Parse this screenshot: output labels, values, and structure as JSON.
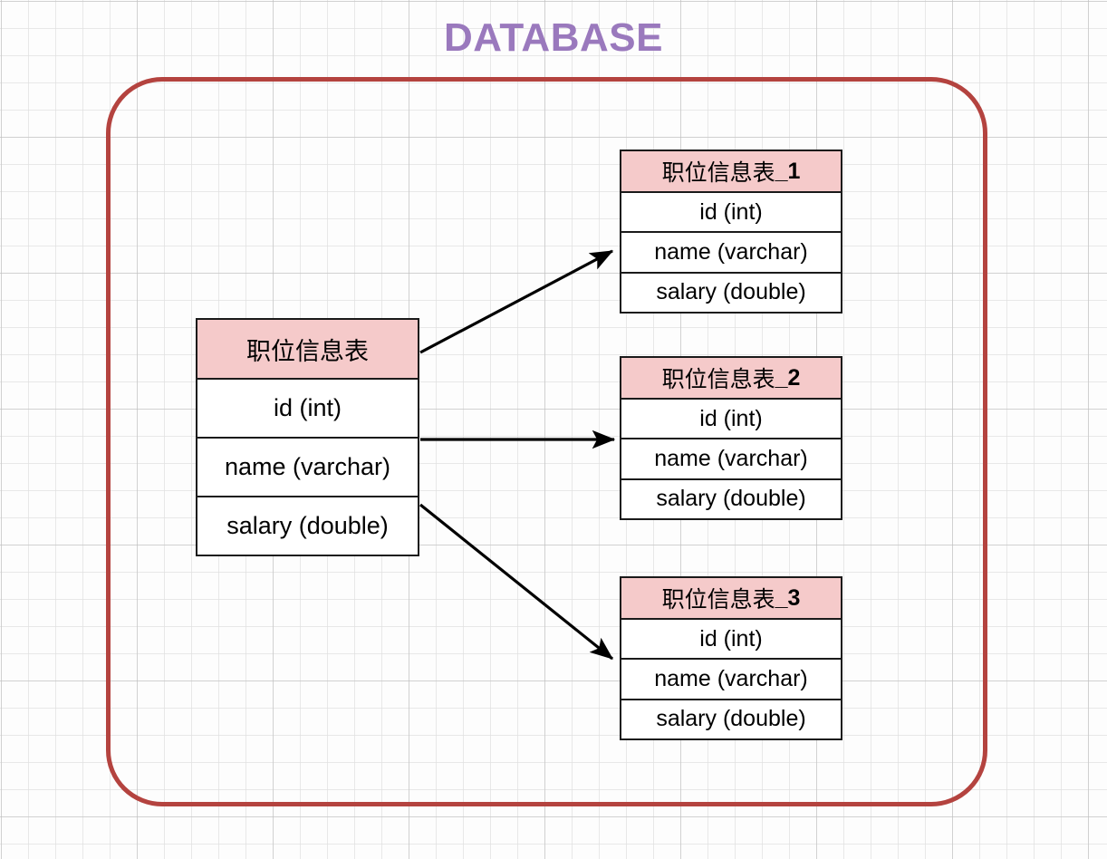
{
  "title": "DATABASE",
  "colors": {
    "title": "#9a79bd",
    "container_border": "#b4433f",
    "table_header_bg": "#f5caca",
    "table_border": "#1a1a1a",
    "arrow": "#000000",
    "canvas_bg": "#fdfdfd"
  },
  "container": {
    "label": "DATABASE"
  },
  "tables": {
    "main": {
      "name": "职位信息表",
      "suffix": "",
      "rows": [
        "id (int)",
        "name (varchar)",
        "salary (double)"
      ]
    },
    "shards": [
      {
        "name": "职位信息表",
        "suffix": "_1",
        "rows": [
          "id (int)",
          "name (varchar)",
          "salary (double)"
        ]
      },
      {
        "name": "职位信息表",
        "suffix": "_2",
        "rows": [
          "id (int)",
          "name (varchar)",
          "salary (double)"
        ]
      },
      {
        "name": "职位信息表",
        "suffix": "_3",
        "rows": [
          "id (int)",
          "name (varchar)",
          "salary (double)"
        ]
      }
    ]
  },
  "connectors": [
    {
      "from": "职位信息表",
      "to": "职位信息表_1"
    },
    {
      "from": "职位信息表",
      "to": "职位信息表_2"
    },
    {
      "from": "职位信息表",
      "to": "职位信息表_3"
    }
  ]
}
